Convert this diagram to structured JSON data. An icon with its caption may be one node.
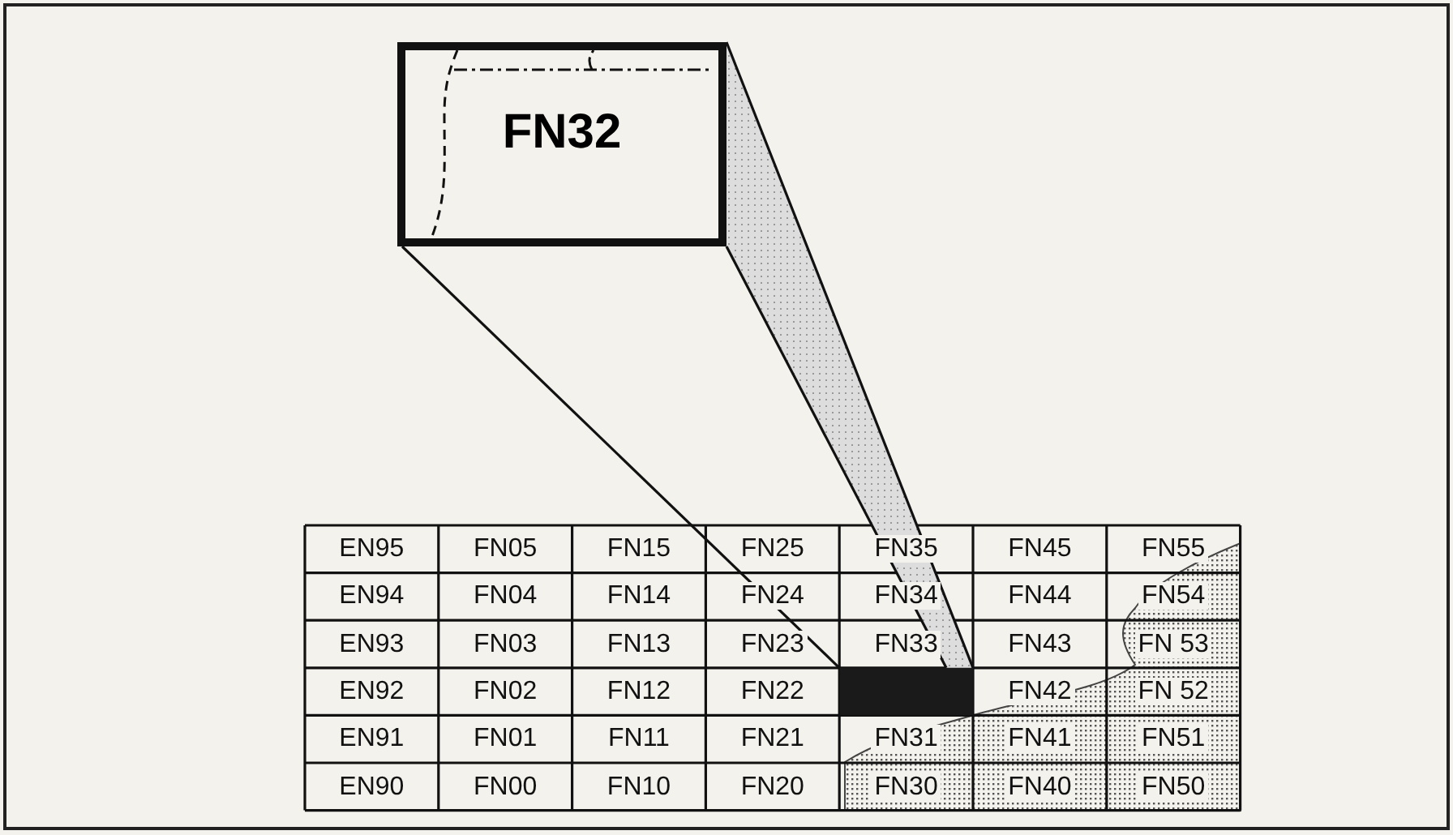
{
  "diagram": {
    "nodes": [
      {
        "text": [
          "FN32"
        ]
      },
      {
        "text": [],
        "shape": "box"
      }
    ],
    "edges": [
      {
        "from": 0,
        "to": 1,
        "arrow": "none"
      }
    ],
    "labels": [
      "EN95",
      "FN05",
      "FN15",
      "FN25",
      "FN35",
      "FN45",
      "FN55",
      "EN94",
      "FN04",
      "FN14",
      "FN24",
      "FN34",
      "FN44",
      "FN54",
      "EN93",
      "FN03",
      "FN13",
      "FN23",
      "FN33",
      "FN43",
      "FN 53",
      "EN92",
      "FN02",
      "FN12",
      "FN22",
      "FN42",
      "FN 52",
      "EN91",
      "FN01",
      "FN11",
      "FN21",
      "FN31",
      "FN41",
      "FN51",
      "EN90",
      "FN00",
      "FN10",
      "FN20",
      "FN30",
      "FN40",
      "FN50"
    ]
  }
}
